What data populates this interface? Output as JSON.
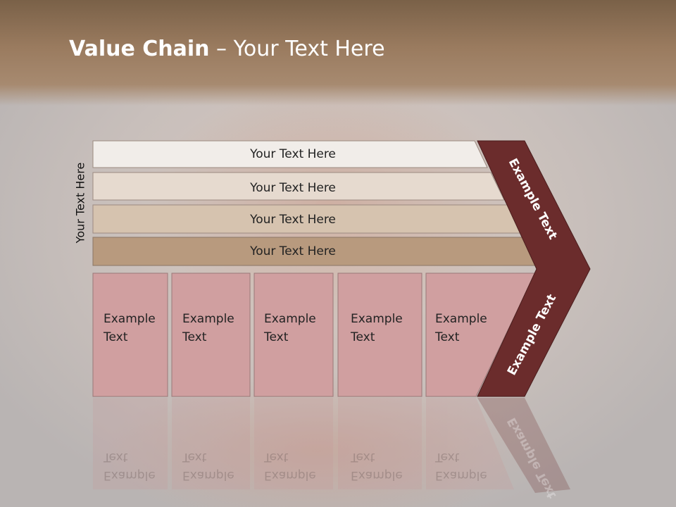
{
  "title": {
    "bold": "Value Chain",
    "rest": " – Your Text Here"
  },
  "side_label": "Your Text Here",
  "bars": [
    {
      "label": "Your Text Here"
    },
    {
      "label": "Your Text Here"
    },
    {
      "label": "Your Text Here"
    },
    {
      "label": "Your Text Here"
    }
  ],
  "boxes": [
    {
      "line1": "Example",
      "line2": "Text"
    },
    {
      "line1": "Example",
      "line2": "Text"
    },
    {
      "line1": "Example",
      "line2": "Text"
    },
    {
      "line1": "Example",
      "line2": "Text"
    },
    {
      "line1": "Example",
      "line2": "Text"
    }
  ],
  "chevron": {
    "upper": "Example Text",
    "lower": "Example Text"
  },
  "colors": {
    "bar1": "#f1ede9",
    "bar2": "#e6dacf",
    "bar3": "#d6c3af",
    "bar4": "#b89a7e",
    "box": "#d09fa0",
    "chevron": "#6b2c2c"
  }
}
